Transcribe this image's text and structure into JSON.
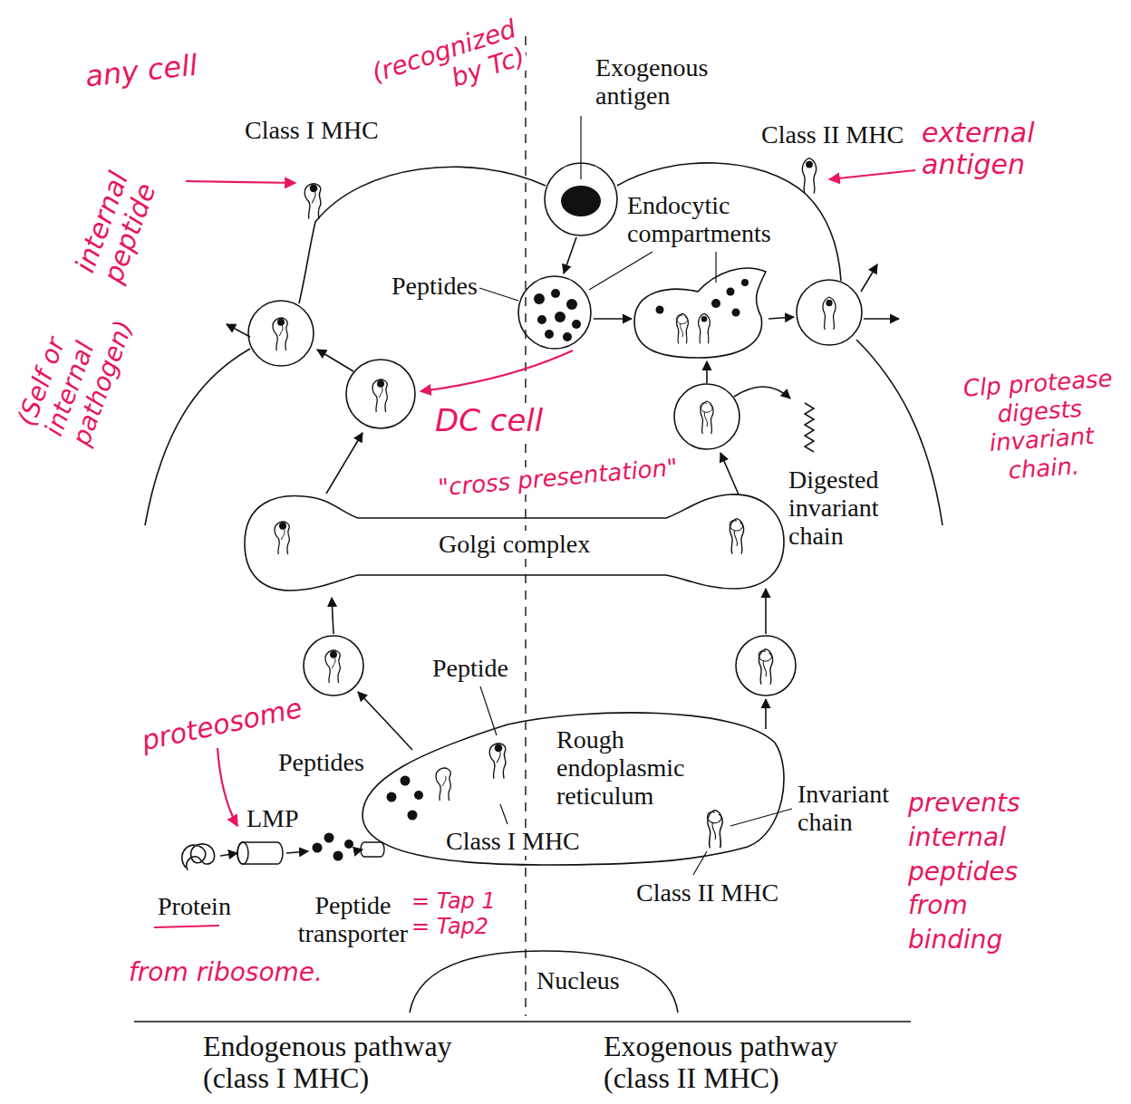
{
  "diagram": {
    "nodes": [
      {
        "text": [
          "Golgi complex"
        ]
      },
      {
        "text": [
          "Rough endoplasmic reticulum"
        ]
      },
      {
        "text": [
          "Nucleus"
        ]
      }
    ],
    "labels": [
      "any cell",
      "(recognized by Tc)",
      "Exogenous antigen",
      "Class I MHC",
      "Class II MHC",
      "external antigen",
      "Endocytic compartments",
      "internal peptide",
      "Peptides",
      "(Self or internal pathogen)",
      "Clp protease digests invariant chain.",
      "DC cell",
      "\"cross presentation\"",
      "Digested invariant chain",
      "Peptide",
      "proteosome",
      "Peptides",
      "LMP",
      "Class I MHC",
      "Invariant chain",
      "prevents internal peptides from binding",
      "Class II MHC",
      "Protein",
      "Peptide transporter",
      "= Tap 1 = Tap2",
      "from ribosome.",
      "Endogenous pathway (class I MHC)",
      "Exogenous pathway (class II MHC)"
    ]
  }
}
